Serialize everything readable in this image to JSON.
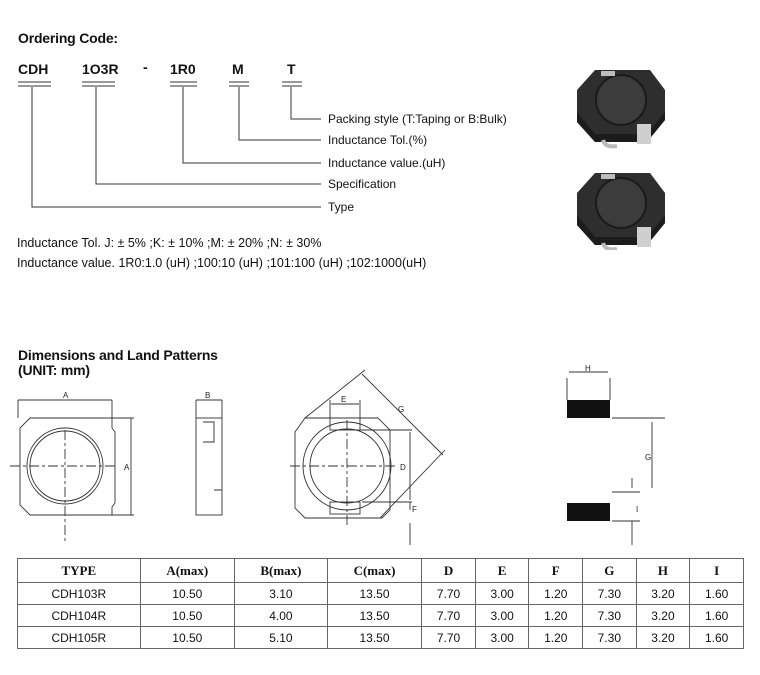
{
  "ordering": {
    "title": "Ordering Code:",
    "codes": [
      "CDH",
      "1O3R",
      "-",
      "1R0",
      "M",
      "T"
    ],
    "labels": [
      "Packing style (T:Taping or B:Bulk)",
      "Inductance Tol.(%)",
      "Inductance value.(uH)",
      "Specification",
      "Type"
    ],
    "notes": [
      "Inductance Tol.  J: ± 5% ;K: ± 10% ;M: ± 20% ;N: ± 30%",
      "Inductance value.  1R0:1.0 (uH) ;100:10 (uH) ;101:100 (uH) ;102:1000(uH)"
    ]
  },
  "dimensions": {
    "title": "Dimensions and Land Patterns",
    "unit": "(UNIT: mm)",
    "drawing_labels": {
      "A": "A",
      "B": "B",
      "D": "D",
      "E": "E",
      "F": "F",
      "G": "G",
      "H": "H",
      "I": "I"
    }
  },
  "table": {
    "headers": [
      "TYPE",
      "A(max)",
      "B(max)",
      "C(max)",
      "D",
      "E",
      "F",
      "G",
      "H",
      "I"
    ],
    "rows": [
      [
        "CDH103R",
        "10.50",
        "3.10",
        "13.50",
        "7.70",
        "3.00",
        "1.20",
        "7.30",
        "3.20",
        "1.60"
      ],
      [
        "CDH104R",
        "10.50",
        "4.00",
        "13.50",
        "7.70",
        "3.00",
        "1.20",
        "7.30",
        "3.20",
        "1.60"
      ],
      [
        "CDH105R",
        "10.50",
        "5.10",
        "13.50",
        "7.70",
        "3.00",
        "1.20",
        "7.30",
        "3.20",
        "1.60"
      ]
    ]
  }
}
